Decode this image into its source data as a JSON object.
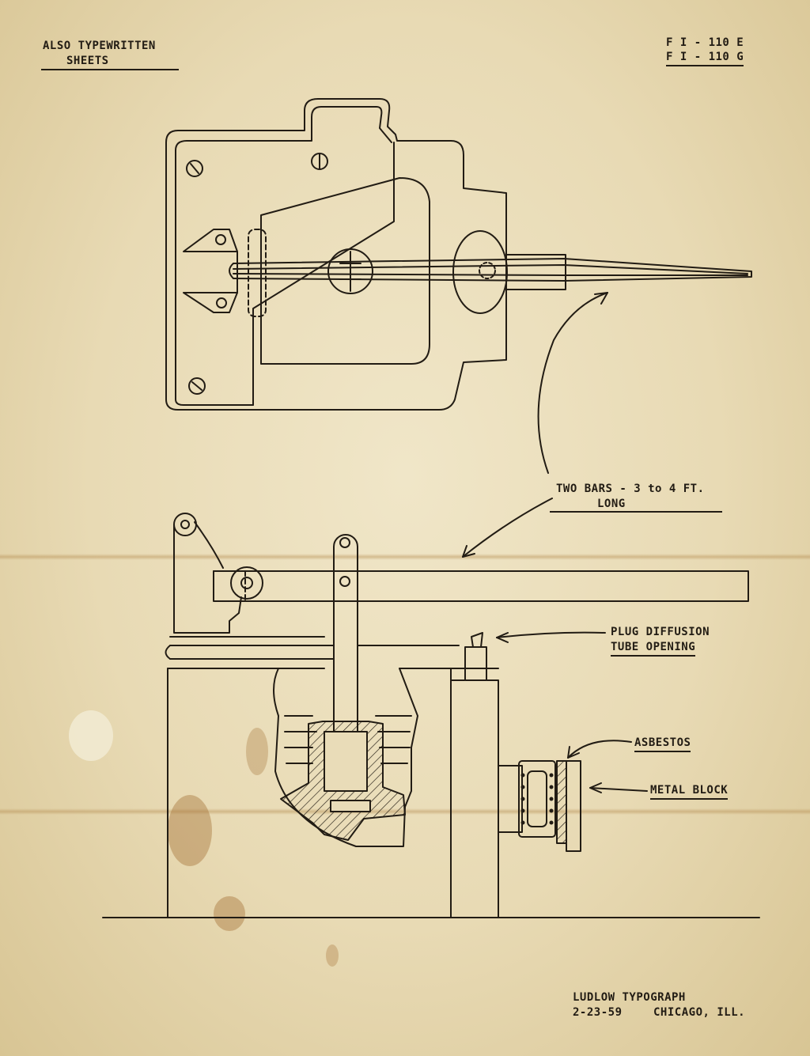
{
  "header": {
    "note_line1": "ALSO TYPEWRITTEN",
    "note_line2": "SHEETS",
    "code_line1": "F I - 110 E",
    "code_line2": "F I - 110 G"
  },
  "labels": {
    "bars_line1": "TWO BARS - 3 to 4 FT.",
    "bars_line2": "LONG",
    "plug_line1": "PLUG DIFFUSION",
    "plug_line2": "TUBE OPENING",
    "asbestos": "ASBESTOS",
    "metal_block": "METAL BLOCK"
  },
  "footer": {
    "company": "LUDLOW TYPOGRAPH",
    "date": "2-23-59",
    "city": "CHICAGO, ILL."
  },
  "colors": {
    "paper": "#e9dcb8",
    "ink": "#221c14",
    "stain": "#a8773e"
  }
}
